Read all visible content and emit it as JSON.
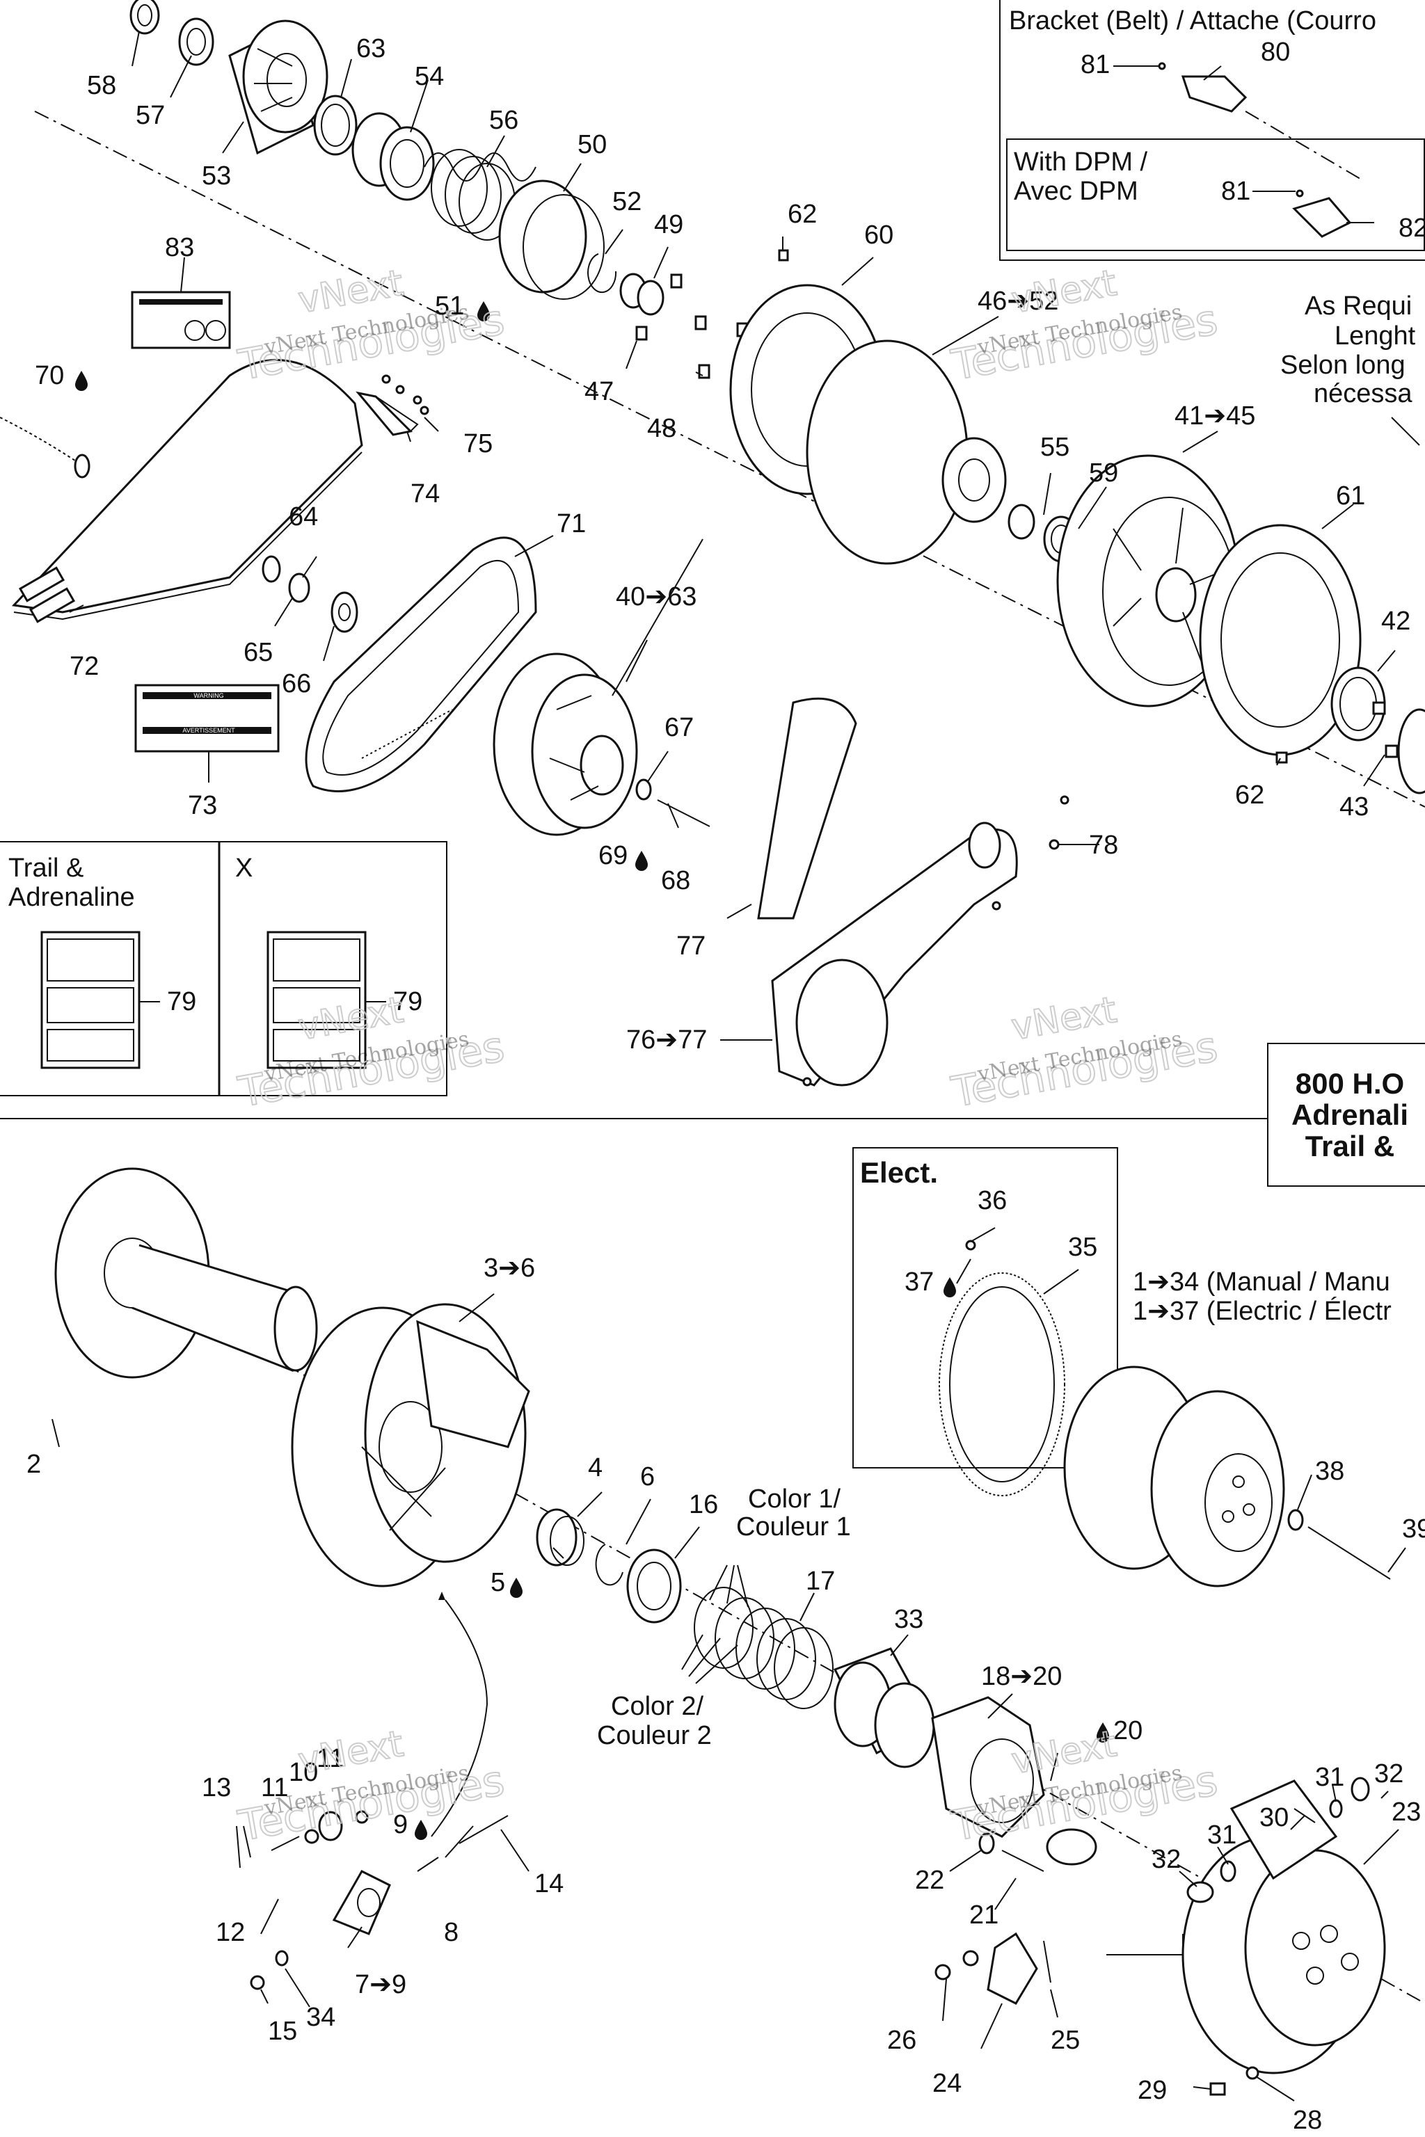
{
  "labels": {
    "l58": "58",
    "l57": "57",
    "l53": "53",
    "l63a": "63",
    "l54": "54",
    "l56": "56",
    "l50": "50",
    "l52": "52",
    "l49": "49",
    "l62a": "62",
    "l60": "60",
    "l46_52": "46➔52",
    "l51": "51",
    "l83": "83",
    "l70": "70",
    "l47": "47",
    "l48": "48",
    "l75": "75",
    "l74": "74",
    "l55": "55",
    "l59": "59",
    "l41_45": "41➔45",
    "l61": "61",
    "l64": "64",
    "l71": "71",
    "l40_63": "40➔63",
    "l65": "65",
    "l66": "66",
    "l72": "72",
    "l73": "73",
    "l42": "42",
    "l62b": "62",
    "l43": "43",
    "l67": "67",
    "l69": "69",
    "l68": "68",
    "l78": "78",
    "l77": "77",
    "l76_77": "76➔77",
    "l79a": "79",
    "l79b": "79",
    "l36": "36",
    "l35": "35",
    "l37": "37",
    "l3_6": "3➔6",
    "l2": "2",
    "l4": "4",
    "l6": "6",
    "l16": "16",
    "l5": "5",
    "l38": "38",
    "l39": "39",
    "l17": "17",
    "l33": "33",
    "l18_20": "18➔20",
    "l20": "20",
    "l13": "13",
    "l11a": "11",
    "l10": "10",
    "l11b": "11",
    "l9": "9",
    "l14": "14",
    "l12": "12",
    "l8": "8",
    "l7_9": "7➔9",
    "l15": "15",
    "l34": "34",
    "l31a": "31",
    "l32a": "32",
    "l30": "30",
    "l23": "23",
    "l31b": "31",
    "l32b": "32",
    "l22": "22",
    "l21": "21",
    "l26": "26",
    "l25": "25",
    "l24": "24",
    "l29": "29",
    "l28": "28",
    "l80": "80",
    "l81a": "81",
    "l81b": "81",
    "l82": "82"
  },
  "text": {
    "bracket_title": "Bracket (Belt) / Attache (Courro",
    "with_dpm_1": "With DPM /",
    "with_dpm_2": "Avec DPM",
    "as_req_1": "As Requi",
    "as_req_2": "Lenght",
    "as_req_3": "Selon long",
    "as_req_4": "nécessa",
    "inset_trail_1": "Trail &",
    "inset_trail_2": "Adrenaline",
    "inset_x": "X",
    "model_1": "800 H.O",
    "model_2": "Adrenali",
    "model_3": "Trail &",
    "elect": "Elect.",
    "range_manual": "1➔34 (Manual / Manu",
    "range_electric": "1➔37 (Electric / Électr",
    "color1_1": "Color 1/",
    "color1_2": "Couleur 1",
    "color2_1": "Color 2/",
    "color2_2": "Couleur 2",
    "decal_warning": "WARNING",
    "decal_avert": "AVERTISSEMENT",
    "watermark_small": "vNext Technologies",
    "watermark_big": "Technologies",
    "watermark_vnext": "vNext"
  },
  "icons": {
    "adhesive": "drop-icon",
    "arrow": "right-arrow-icon"
  }
}
